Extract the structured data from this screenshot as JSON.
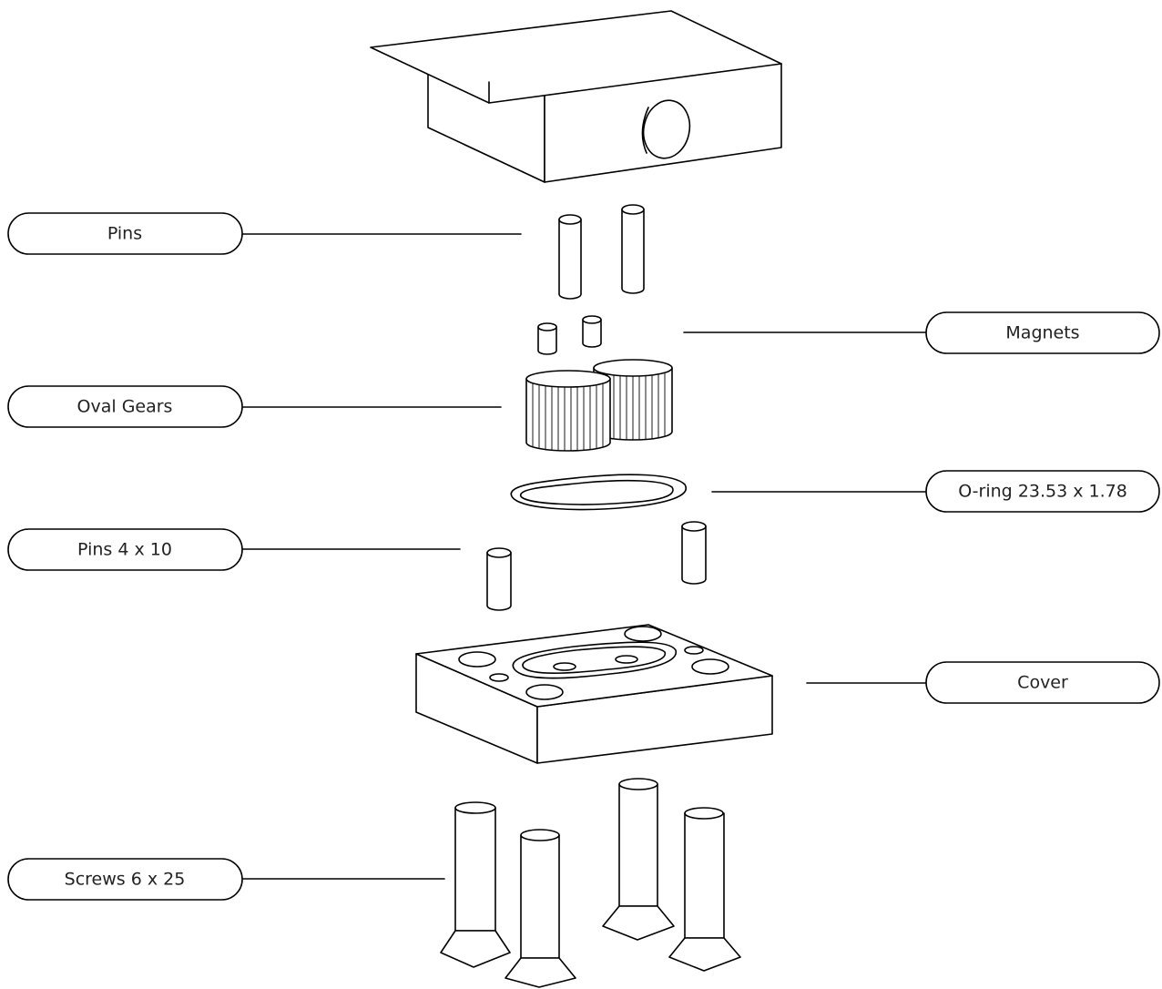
{
  "labels": {
    "pins": "Pins",
    "magnets": "Magnets",
    "oval_gears": "Oval Gears",
    "o_ring": "O-ring 23.53 x 1.78",
    "pins_4x10": "Pins 4 x 10",
    "cover": "Cover",
    "screws": "Screws 6 x 25"
  },
  "colors": {
    "line": "#000000",
    "background": "#ffffff",
    "text": "#222222"
  }
}
